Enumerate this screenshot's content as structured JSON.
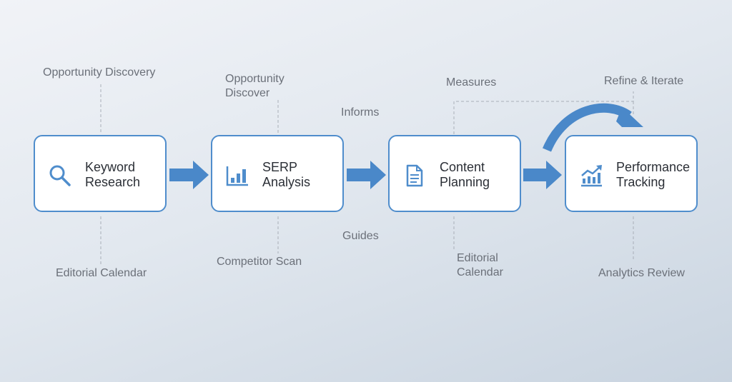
{
  "steps": [
    {
      "line1": "Keyword",
      "line2": "Research",
      "icon": "search-icon"
    },
    {
      "line1": "SERP",
      "line2": "Analysis",
      "icon": "bar-chart-icon"
    },
    {
      "line1": "Content",
      "line2": "Planning",
      "icon": "document-icon"
    },
    {
      "line1": "Performance",
      "line2": "Tracking",
      "icon": "trend-chart-icon"
    }
  ],
  "labels": {
    "opportunity_discovery": "Opportunity Discovery",
    "opportunity_discover_1": "Opportunity",
    "opportunity_discover_2": "Discover",
    "informs": "Informs",
    "measures": "Measures",
    "refine": "Refine & Iterate",
    "guides": "Guides",
    "competitor_scan": "Competitor Scan",
    "editorial_calendar": "Editorial Calendar",
    "editorial_1": "Editorial",
    "editorial_2": "Calendar",
    "analytics_review": "Analytics Review"
  },
  "colors": {
    "accent": "#4f8dcc",
    "text": "#2b2f36",
    "muted": "#6b7079"
  }
}
